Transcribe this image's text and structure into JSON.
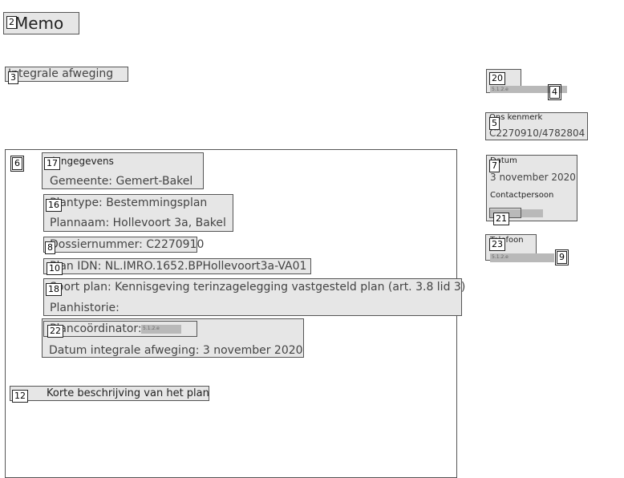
{
  "title": "Memo",
  "section_title": "Integrale afweging",
  "plangegevens": {
    "heading": "Plangegevens",
    "gemeente": "Gemeente: Gemert-Bakel",
    "plantype": "Plantype: Bestemmingsplan",
    "plannaam": "Plannaam: Hollevoort 3a, Bakel",
    "dossiernummer": "Dossiernummer: C2270910",
    "plan_idn": "Plan IDN: NL.IMRO.1652.BPHollevoort3a-VA01",
    "soort_plan": "Soort plan: Kennisgeving terinzagelegging vastgesteld plan (art. 3.8 lid 3)",
    "planhistorie": "Planhistorie:",
    "plancoordinator": "Plancoördinator:",
    "redaction_code": "5.1.2.e",
    "datum_afweging": "Datum integrale afweging: 3 november 2020"
  },
  "korte_beschrijving": "Korte beschrijving van het plan",
  "sidebar": {
    "top_code": "5.1.2.e",
    "ons_kenmerk_label": "Ons kenmerk",
    "ons_kenmerk_value": "C2270910/4782804",
    "datum_label": "Datum",
    "datum_value": "3 november 2020",
    "contactpersoon_label": "Contactpersoon",
    "telefoon_label": "Telefoon",
    "telefoon_value": "5.1.2.e"
  },
  "markers": [
    "2",
    "3",
    "4",
    "5",
    "6",
    "7",
    "8",
    "9",
    "10",
    "12",
    "16",
    "17",
    "18",
    "20",
    "21",
    "22",
    "23"
  ]
}
